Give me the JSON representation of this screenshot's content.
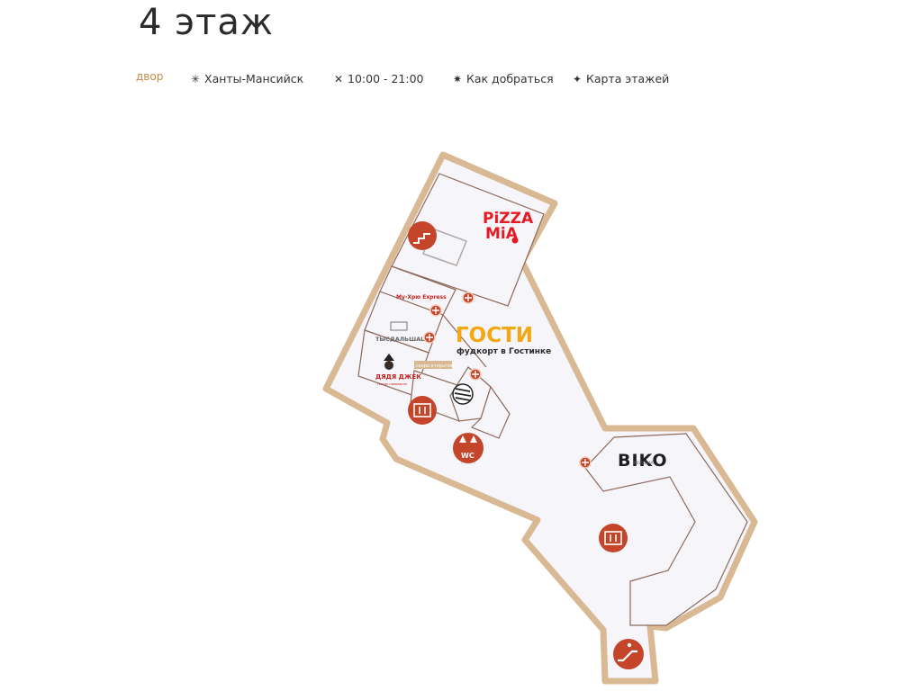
{
  "page": {
    "title": "4 этаж"
  },
  "info_bar": {
    "brand": "двор",
    "city": "Ханты-Мансийск",
    "hours": "10:00 - 21:00",
    "directions": "Как добраться",
    "floor_map": "Карта этажей",
    "icons": {
      "city": "asterisk-icon",
      "hours": "cross-icon",
      "directions": "star-icon",
      "floor_map": "sparkle-icon"
    }
  },
  "map": {
    "colors": {
      "wall": "#d9b894",
      "room": "#f6f5fa",
      "outline": "#8d6a5a",
      "marker": "#c4452a",
      "gosti": "#f3a712"
    },
    "stores": {
      "pizza_top": "PiZZA",
      "pizza_bottom": "MiA",
      "mu_hu": "Му-Хрю Express",
      "dal_shi": "ТЫСДАЛЬШАШ",
      "jack_top": "ДЯДЯ ДЖЕК",
      "jack_sub": "гастро пивоварня",
      "opening": "скоро открытие",
      "gosti_top": "ГОСТИ",
      "gosti_bottom": "фудкорт в Гостинке",
      "biko": "BIKO",
      "biko_sub": "RESTOBAR"
    },
    "wc_label": "WC",
    "markers": [
      "stairs-icon",
      "elevator-icon",
      "wc-icon",
      "elevator-icon",
      "escalator-icon"
    ]
  }
}
